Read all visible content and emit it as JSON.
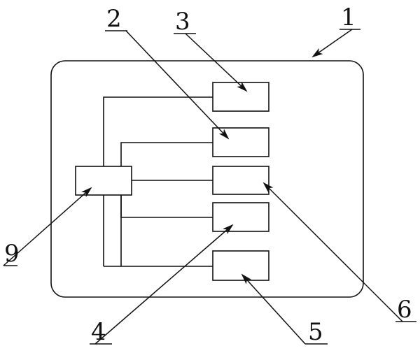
{
  "labels": {
    "housing": "1",
    "component_2": "2",
    "component_3": "3",
    "component_4": "4",
    "component_5": "5",
    "component_6": "6",
    "controller": "9"
  }
}
